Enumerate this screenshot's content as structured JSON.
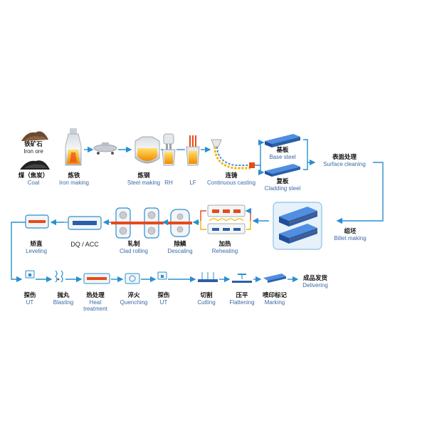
{
  "row1": {
    "iron_ore": {
      "zh": "铁矿石",
      "en": "Iron ore"
    },
    "coal": {
      "zh": "煤（焦炭）",
      "en": "Coal"
    },
    "iron_making": {
      "zh": "炼铁",
      "en": "Iron making"
    },
    "steel_making": {
      "zh": "炼钢",
      "en": "Steel making"
    },
    "rh": {
      "en": "RH"
    },
    "lf": {
      "en": "LF"
    },
    "continuous_casting": {
      "zh": "连铸",
      "en": "Continuous casting"
    },
    "base_steel": {
      "zh": "基板",
      "en": "Base steel"
    },
    "cladding_steel": {
      "zh": "复板",
      "en": "Cladding steel"
    },
    "surface_cleaning": {
      "zh": "表面处理",
      "en": "Surface cleaning"
    }
  },
  "row2": {
    "billet_making": {
      "zh": "组坯",
      "en": "Billet making"
    },
    "reheating": {
      "zh": "加热",
      "en": "Reheating"
    },
    "descaling": {
      "zh": "除鳞",
      "en": "Descaling"
    },
    "clad_rolling": {
      "zh": "轧制",
      "en": "Clad rolling"
    },
    "dq_acc": {
      "en": "DQ / ACC"
    },
    "leveling": {
      "zh": "矫直",
      "en": "Leveling"
    }
  },
  "row3": {
    "ut1": {
      "zh": "探伤",
      "en": "UT"
    },
    "blasting": {
      "zh": "抛丸",
      "en": "Blasting"
    },
    "heat_treatment": {
      "zh": "热处理",
      "en": "Heat treatment"
    },
    "quenching": {
      "zh": "淬火",
      "en": "Quenching"
    },
    "ut2": {
      "zh": "探伤",
      "en": "UT"
    },
    "cutting": {
      "zh": "切割",
      "en": "Cutting"
    },
    "flattening": {
      "zh": "压平",
      "en": "Flattening"
    },
    "marking": {
      "zh": "喷印标记",
      "en": "Marking"
    },
    "delivering": {
      "zh": "成品发货",
      "en": "Delivering"
    }
  },
  "colors": {
    "flow": "#2b8fd0",
    "text_blue": "#3a6aa8",
    "steel_blue": "#2a5fa8",
    "hot": "#e84a1a",
    "molten": "#f4b400"
  }
}
